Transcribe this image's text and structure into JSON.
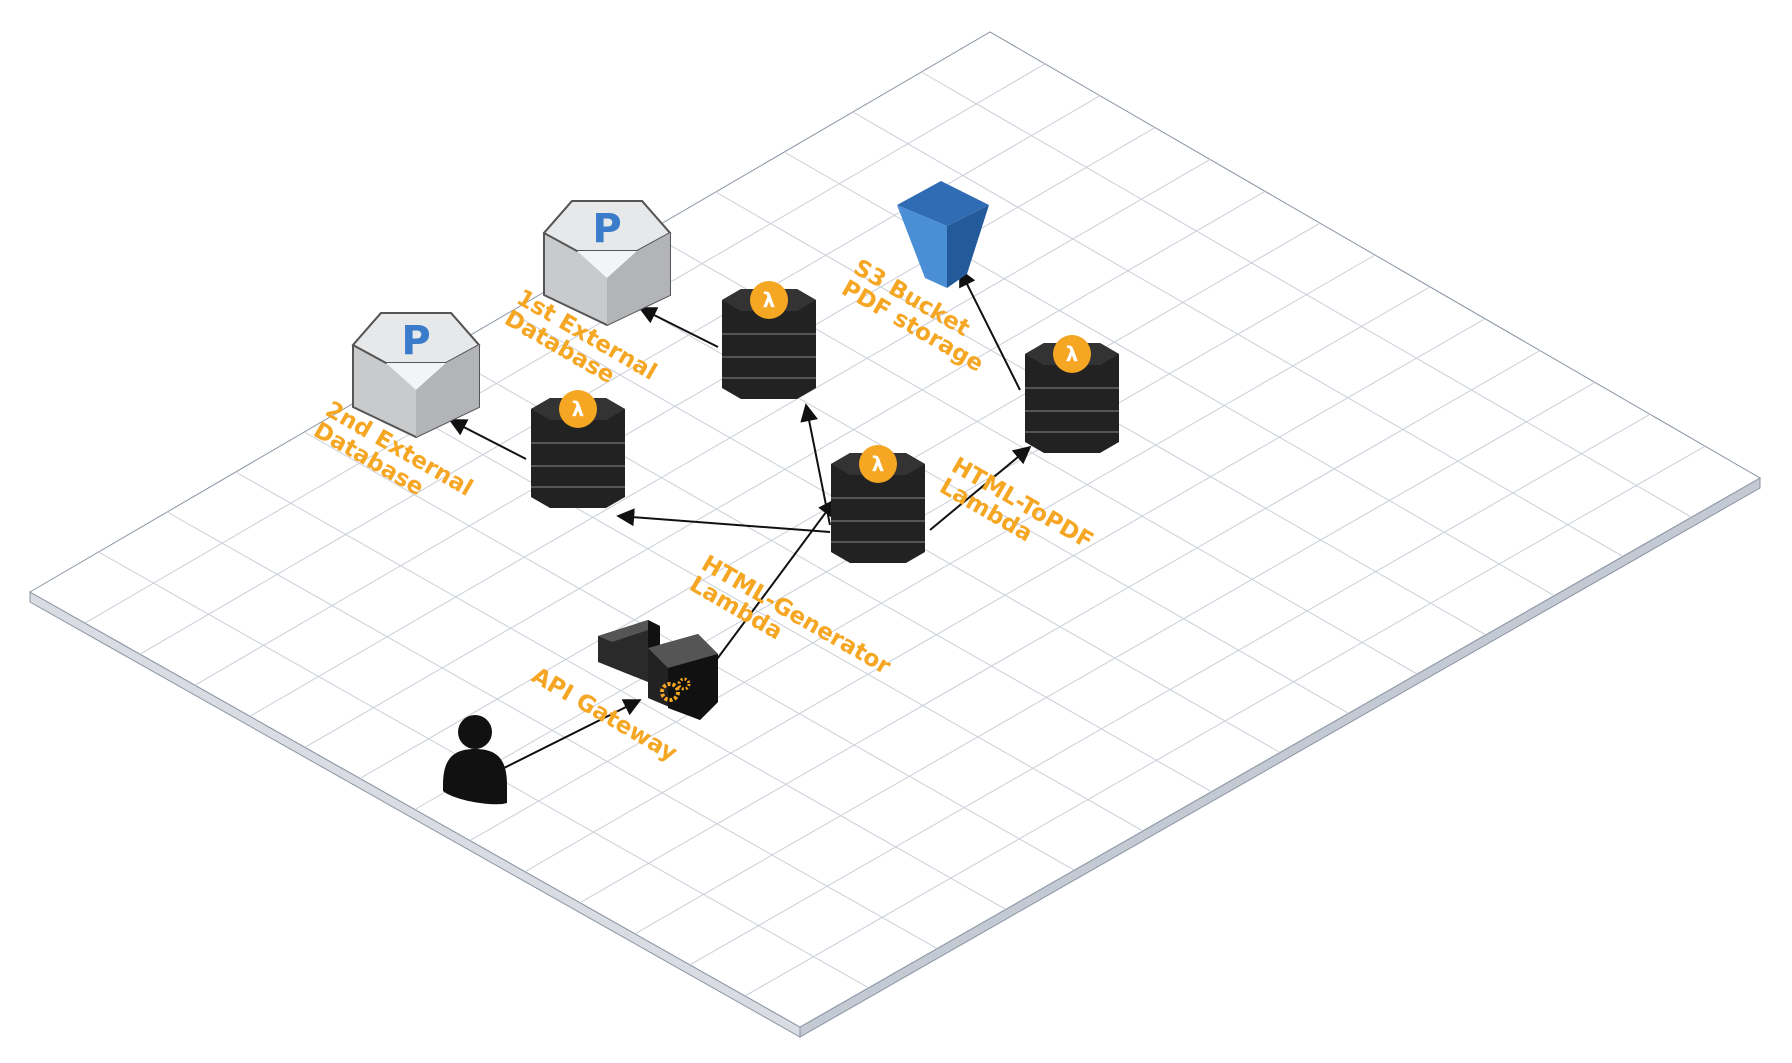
{
  "diagram": {
    "nodes": [
      {
        "id": "user",
        "kind": "user",
        "icon": "user-icon"
      },
      {
        "id": "api-gateway",
        "kind": "api-gateway",
        "icon": "api-gateway-icon",
        "label_lines": [
          "API Gateway"
        ]
      },
      {
        "id": "html-generator",
        "kind": "lambda",
        "icon": "lambda-icon",
        "symbol": "λ",
        "label_lines": [
          "HTML-Generator",
          "Lambda"
        ]
      },
      {
        "id": "html-to-pdf",
        "kind": "lambda",
        "icon": "lambda-icon",
        "symbol": "λ",
        "label_lines": [
          "HTML-ToPDF",
          "Lambda"
        ]
      },
      {
        "id": "lambda-db1",
        "kind": "lambda",
        "icon": "lambda-icon",
        "symbol": "λ"
      },
      {
        "id": "lambda-db2",
        "kind": "lambda",
        "icon": "lambda-icon",
        "symbol": "λ"
      },
      {
        "id": "db1",
        "kind": "database",
        "icon": "postgres-icon",
        "symbol": "P",
        "label_lines": [
          "1st External",
          "Database"
        ]
      },
      {
        "id": "db2",
        "kind": "database",
        "icon": "postgres-icon",
        "symbol": "P",
        "label_lines": [
          "2nd External",
          "Database"
        ]
      },
      {
        "id": "s3",
        "kind": "s3",
        "icon": "s3-bucket-icon",
        "label_lines": [
          "S3 Bucket",
          "PDF storage"
        ]
      }
    ],
    "edges": [
      {
        "from": "user",
        "to": "api-gateway"
      },
      {
        "from": "api-gateway",
        "to": "html-generator"
      },
      {
        "from": "html-generator",
        "to": "lambda-db2"
      },
      {
        "from": "html-generator",
        "to": "lambda-db1"
      },
      {
        "from": "html-generator",
        "to": "html-to-pdf"
      },
      {
        "from": "lambda-db1",
        "to": "db1"
      },
      {
        "from": "lambda-db2",
        "to": "db2"
      },
      {
        "from": "html-to-pdf",
        "to": "s3"
      }
    ],
    "colors": {
      "label": "#F5A623",
      "lambda_body": "#2b2b2b",
      "lambda_badge": "#F5A623",
      "db_body": "#d3d4d6",
      "db_symbol": "#3a7cc9",
      "s3_body": "#3a7cc9",
      "grid_line": "#c9cfd8",
      "arrow": "#111111"
    }
  }
}
